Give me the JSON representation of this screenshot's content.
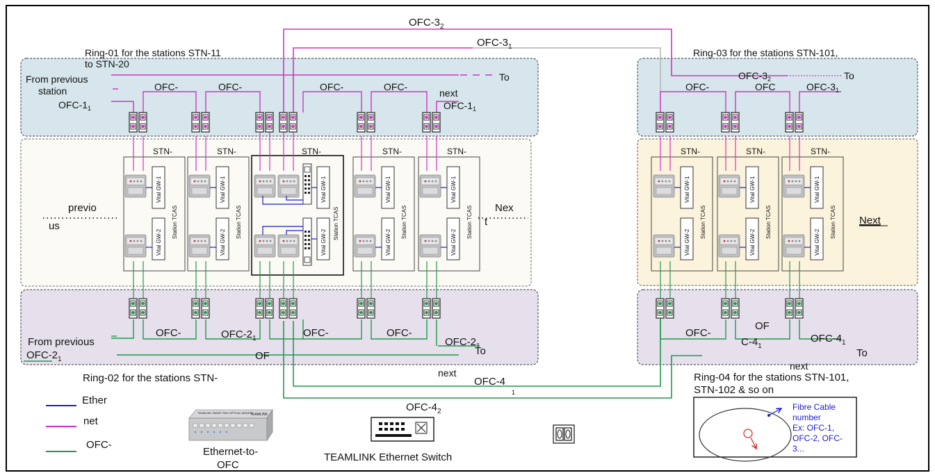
{
  "colors": {
    "ethernet": "#1a1ad0",
    "ofc_pink": "#d630c8",
    "ofc_green": "#1f9a4a",
    "ring_blue_bg": "#d6e6ec",
    "ring_purple_bg": "#e6e0ec",
    "station_bg": "#fbfaf4",
    "station_bg_right": "#fcf3dc"
  },
  "texts": {
    "ofc32_top": "OFC-3",
    "ofc32_top_sub": "2",
    "ofc31_top": "OFC-3",
    "ofc31_top_sub": "1",
    "ring01_l1": "Ring-01 for the stations STN-11",
    "ring01_l2": "to STN-20",
    "ring03": "Ring-03 for the stations STN-101,",
    "from_prev_l1": "From previous",
    "from_prev_l2": "station",
    "from_prev_l3": "OFC-1",
    "from_prev_l3_sub": "1",
    "to_left_top": "To",
    "next_left_top": "next",
    "ofc11_right": "OFC-1",
    "ofc11_right_sub": "1",
    "ofc_dash": "OFC-",
    "ofc_right_mid": "OFC",
    "ofc32_right": "OFC-3",
    "ofc32_right_sub": "2",
    "ofc31_right": "OFC-3",
    "ofc31_right_sub": "1",
    "to_right_top": "To",
    "stn": "STN-",
    "previo": "previo",
    "us": "us",
    "nex": "Nex",
    "t": "t",
    "next_right": "Next",
    "vital_gw1": "Vital GW-1",
    "vital_gw2": "Vital GW-2",
    "station_tcas": "Station TCAS",
    "from_prev_bottom": "From previous",
    "ofc21_left": "OFC-2",
    "ofc21_left_sub": "1",
    "ofc21_mid": "OFC-2",
    "ofc21_mid_sub": "1",
    "ofc21_right": "OFC-2",
    "ofc21_right_sub": "1",
    "to_bottom_left": "To",
    "of_bottom_center": "OF",
    "of_right": "OF",
    "c41": "C-4",
    "c41_sub": "1",
    "ofc41_right": "OFC-4",
    "ofc41_right_sub": "1",
    "to_bottom_right": "To",
    "next_bottom_right": "next",
    "ring02": "Ring-02 for the stations STN-",
    "next_bottom_left": "next",
    "ofc41": "OFC-4",
    "ofc41_sub": "1",
    "ofc42": "OFC-4",
    "ofc42_sub": "2",
    "ring04_l1": "Ring-04 for the stations STN-101,",
    "ring04_l2": "STN-102 & so on",
    "legend_ether": "Ether",
    "legend_net": "net",
    "legend_ofc": "OFC-",
    "converter_l1": "Ethernet-to-",
    "converter_l2": "OFC",
    "switch_label": "TEAMLINK Ethernet Switch",
    "fibre_l1": "Fibre Cable",
    "fibre_l2": "number",
    "fibre_l3": "Ex: OFC-1,",
    "fibre_l4": "OFC-2, OFC-",
    "fibre_l5": "3...",
    "converter_brand": "TEAMLINK",
    "converter_small": "TEAMLINK SMART SDH OPTICAL MODEM"
  }
}
